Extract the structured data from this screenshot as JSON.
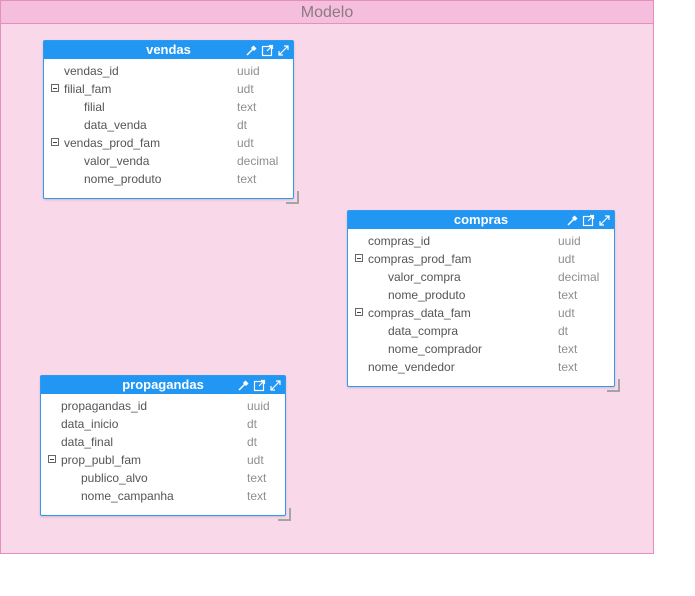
{
  "canvas": {
    "title": "Modelo"
  },
  "entities": {
    "vendas": {
      "title": "vendas",
      "rows": [
        {
          "name": "vendas_id",
          "type": "uuid"
        },
        {
          "name": "filial_fam",
          "type": "udt"
        },
        {
          "name": "filial",
          "type": "text"
        },
        {
          "name": "data_venda",
          "type": "dt"
        },
        {
          "name": "vendas_prod_fam",
          "type": "udt"
        },
        {
          "name": "valor_venda",
          "type": "decimal"
        },
        {
          "name": "nome_produto",
          "type": "text"
        }
      ]
    },
    "compras": {
      "title": "compras",
      "rows": [
        {
          "name": "compras_id",
          "type": "uuid"
        },
        {
          "name": "compras_prod_fam",
          "type": "udt"
        },
        {
          "name": "valor_compra",
          "type": "decimal"
        },
        {
          "name": "nome_produto",
          "type": "text"
        },
        {
          "name": "compras_data_fam",
          "type": "udt"
        },
        {
          "name": "data_compra",
          "type": "dt"
        },
        {
          "name": "nome_comprador",
          "type": "text"
        },
        {
          "name": "nome_vendedor",
          "type": "text"
        }
      ]
    },
    "propagandas": {
      "title": "propagandas",
      "rows": [
        {
          "name": "propagandas_id",
          "type": "uuid"
        },
        {
          "name": "data_inicio",
          "type": "dt"
        },
        {
          "name": "data_final",
          "type": "dt"
        },
        {
          "name": "prop_publ_fam",
          "type": "udt"
        },
        {
          "name": "publico_alvo",
          "type": "text"
        },
        {
          "name": "nome_campanha",
          "type": "text"
        }
      ]
    }
  },
  "icons": {
    "pick": "eyedropper-icon",
    "open": "open-external-icon",
    "expand": "expand-icon"
  },
  "colors": {
    "canvas_bg": "#f9d8ea",
    "canvas_header": "#f6bedd",
    "entity_header": "#2196f3"
  }
}
